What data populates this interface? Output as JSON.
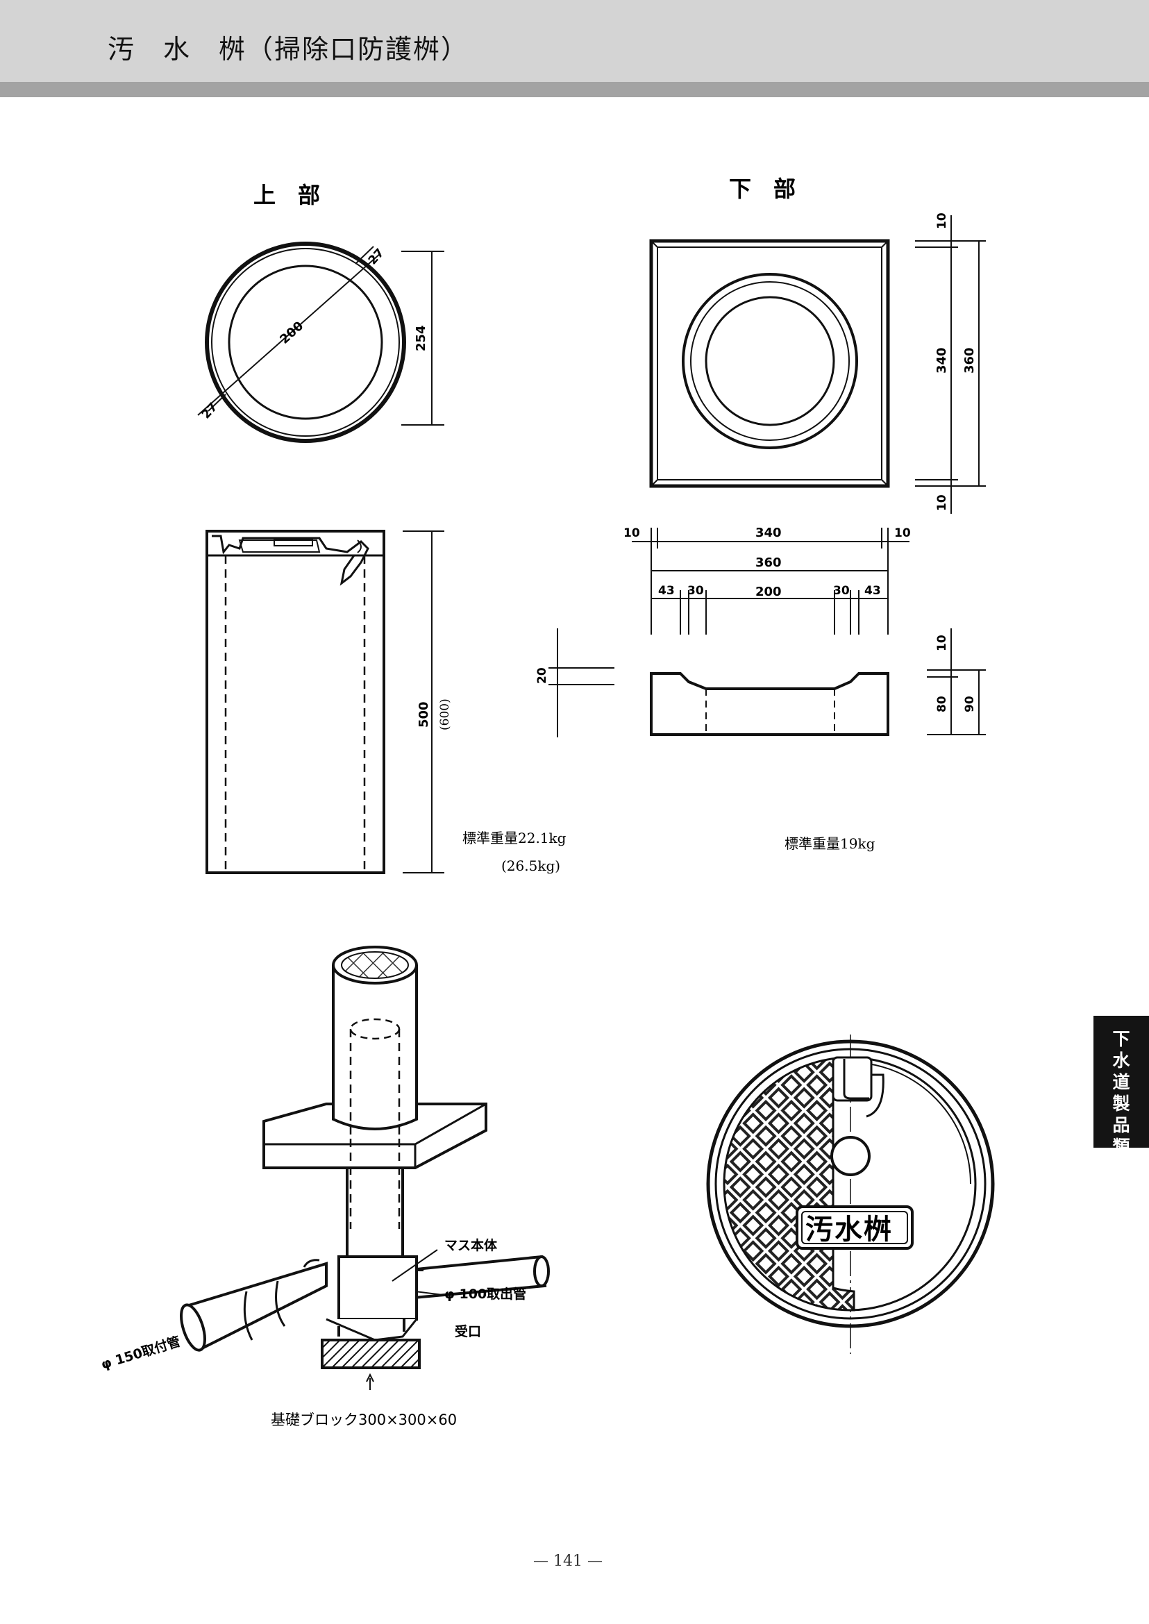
{
  "header": {
    "title": "汚　水　桝（掃除口防護桝）"
  },
  "side_tab": {
    "chars": [
      "下",
      "水",
      "道",
      "製",
      "品",
      "類"
    ]
  },
  "upper": {
    "heading": "上　部",
    "dims": {
      "wall_top": "27",
      "wall_bottom": "27",
      "inner_dia": "200",
      "outer_dia": "254",
      "height": "500",
      "height_alt": "(600)"
    },
    "weight": "標準重量22.1kg",
    "weight_alt": "(26.5kg)"
  },
  "lower": {
    "heading": "下　部",
    "dims": {
      "edge_top": "10",
      "inner_h": "340",
      "outer_h": "360",
      "edge_bottom": "10",
      "edge_left": "10",
      "inner_w": "340",
      "edge_right": "10",
      "outer_w": "360",
      "seg_43a": "43",
      "seg_30a": "30",
      "seg_200": "200",
      "seg_30b": "30",
      "seg_43b": "43",
      "step": "20",
      "lip": "10",
      "body": "80",
      "total": "90"
    },
    "weight": "標準重量19kg"
  },
  "install": {
    "body_label": "マス本体",
    "outlet_label": "φ 100取出管",
    "socket_label": "受口",
    "inlet_label": "φ 150取付管",
    "block_label": "基礎ブロック300×300×60"
  },
  "lid": {
    "text": "汚水桝"
  },
  "footer": {
    "page_number": "— 141 —"
  }
}
